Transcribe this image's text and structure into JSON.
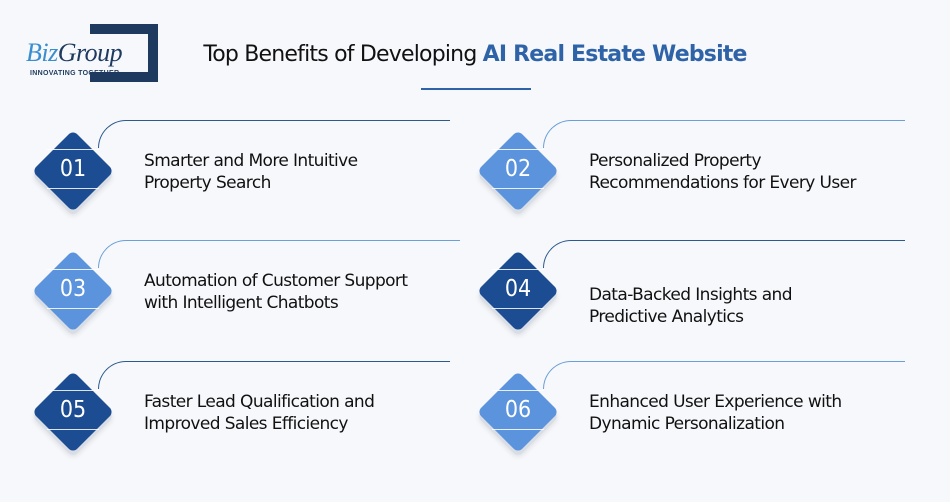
{
  "logo": {
    "brand_a": "Biz",
    "brand_b": "Group",
    "tagline": "INNOVATING TOGETHER"
  },
  "header": {
    "title_plain": "Top Benefits of Developing ",
    "title_accent": "AI Real Estate Website"
  },
  "colors": {
    "dark": "#1c4c92",
    "light": "#5b93dc",
    "accent": "#2f63a8"
  },
  "items": [
    {
      "num": "01",
      "line1": "Smarter and More Intuitive",
      "line2": "Property Search"
    },
    {
      "num": "02",
      "line1": "Personalized Property",
      "line2": "Recommendations for Every User"
    },
    {
      "num": "03",
      "line1": "Automation of Customer Support",
      "line2": "with Intelligent Chatbots"
    },
    {
      "num": "04",
      "line1": "Data-Backed Insights and",
      "line2": "Predictive Analytics"
    },
    {
      "num": "05",
      "line1": "Faster Lead Qualification and",
      "line2": "Improved Sales Efficiency"
    },
    {
      "num": "06",
      "line1": "Enhanced User Experience with",
      "line2": "Dynamic Personalization"
    }
  ]
}
